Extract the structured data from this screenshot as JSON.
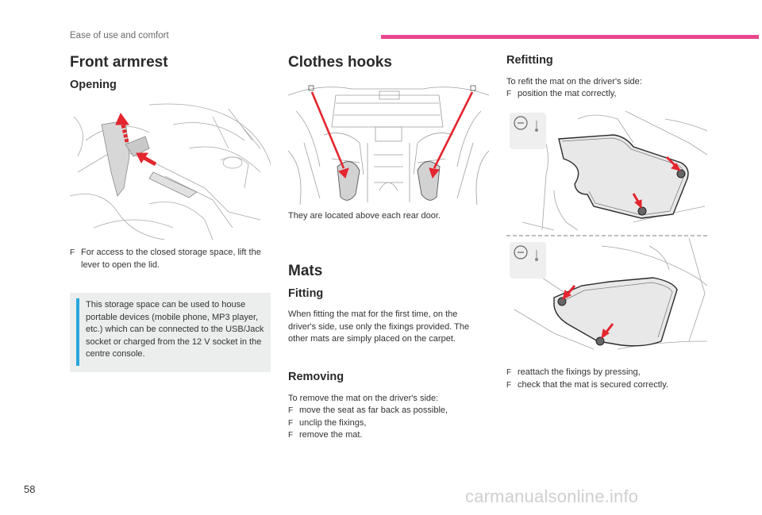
{
  "header": {
    "section_label": "Ease of use and comfort"
  },
  "page_number": "58",
  "watermark": "carmanualsonline.info",
  "col1": {
    "title": "Front armrest",
    "opening_heading": "Opening",
    "bullet": "For access to the closed storage space, lift the lever to open the lid.",
    "bullet_marker": "F",
    "info_text": "This storage space can be used to house portable devices (mobile phone, MP3 player, etc.) which can be connected to the USB/Jack socket or charged from the 12 V socket in the centre console.",
    "colors": {
      "info_accent": "#2aa7dc",
      "arrow": "#e3262f"
    }
  },
  "col2": {
    "title": "Clothes hooks",
    "hooks_caption": "They are located above each rear door.",
    "mats_title": "Mats",
    "fitting_heading": "Fitting",
    "fitting_text": "When fitting the mat for the first time, on the driver's side, use only the fixings provided. The other mats are simply placed on the carpet.",
    "removing_heading": "Removing",
    "removing_intro": "To remove the mat on the driver's side:",
    "removing_steps": [
      "move the seat as far back as possible,",
      "unclip the fixings,",
      "remove the mat."
    ]
  },
  "col3": {
    "refitting_heading": "Refitting",
    "refit_intro": "To refit the mat on the driver's side:",
    "refit_step1": "position the mat correctly,",
    "refit_steps_after": [
      "reattach the fixings by pressing,",
      "check that the mat is secured correctly."
    ]
  },
  "colors": {
    "accent_bar": "#e8478b"
  }
}
